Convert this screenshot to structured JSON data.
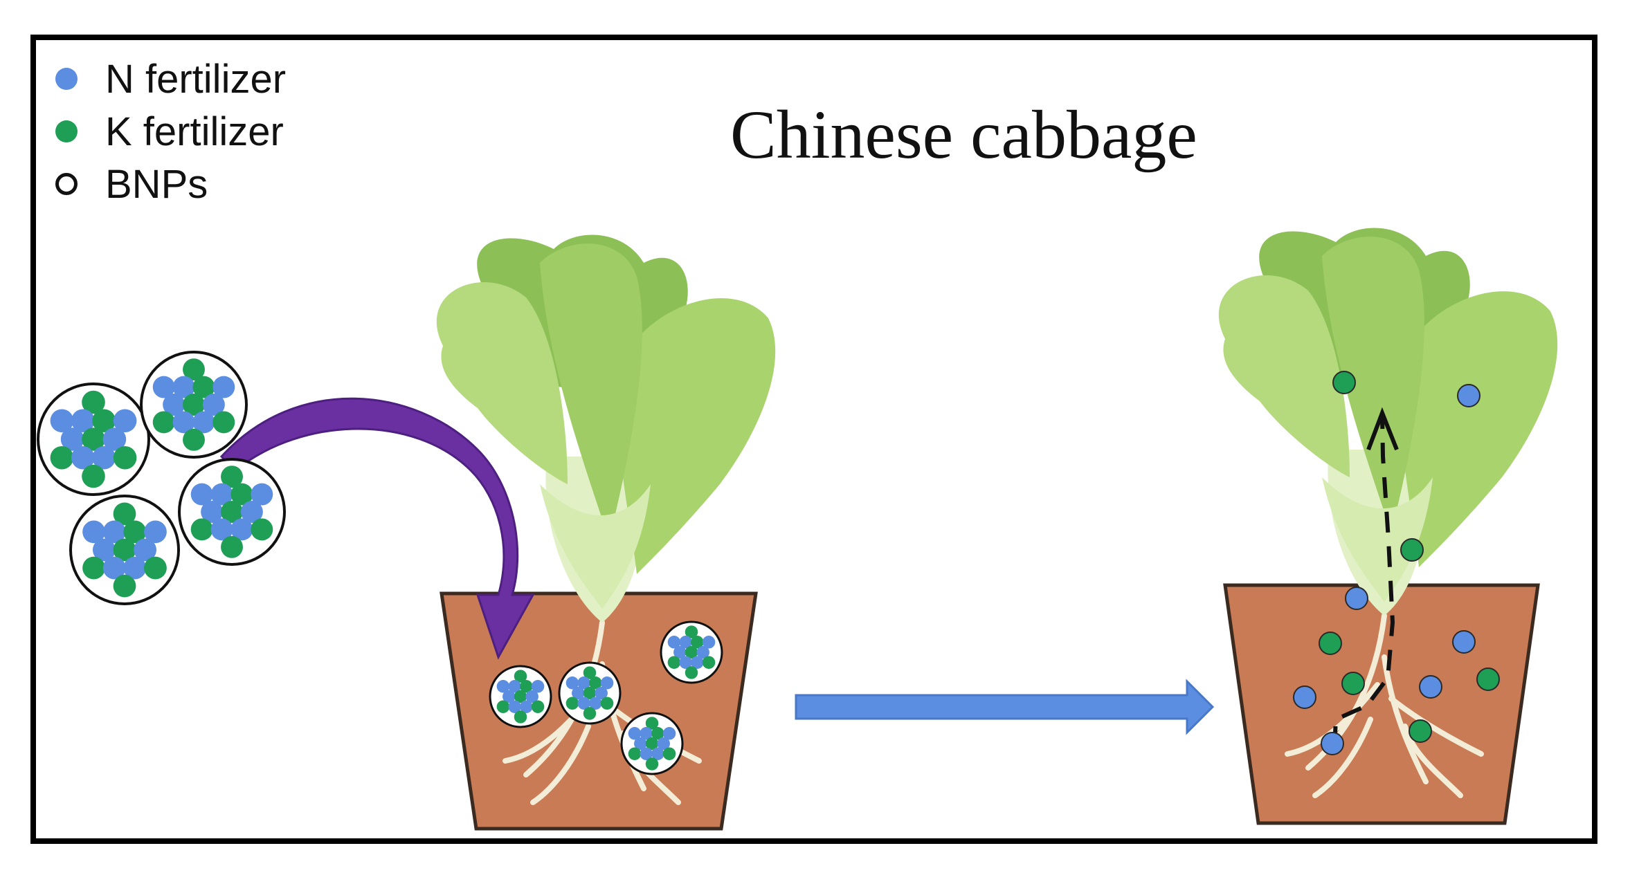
{
  "title": "Chinese cabbage",
  "legend": [
    {
      "label": "N fertilizer",
      "color": "#5b8de0",
      "icon": "blue-dot-icon"
    },
    {
      "label": "K fertilizer",
      "color": "#1f9e55",
      "icon": "green-dot-icon"
    },
    {
      "label": "BNPs",
      "color": "#111111",
      "icon": "ring-icon"
    }
  ],
  "colors": {
    "n_fertilizer": "#5b8de0",
    "k_fertilizer": "#1f9e55",
    "pot": "#c87b55",
    "pot_outline": "#3a2a20",
    "leaf_dark": "#8cbf55",
    "leaf_light": "#b5da7d",
    "stem": "#e2f0c6",
    "root": "#f3ecd6",
    "curved_arrow": "#6a2fa0",
    "process_arrow": "#5b8de0"
  }
}
